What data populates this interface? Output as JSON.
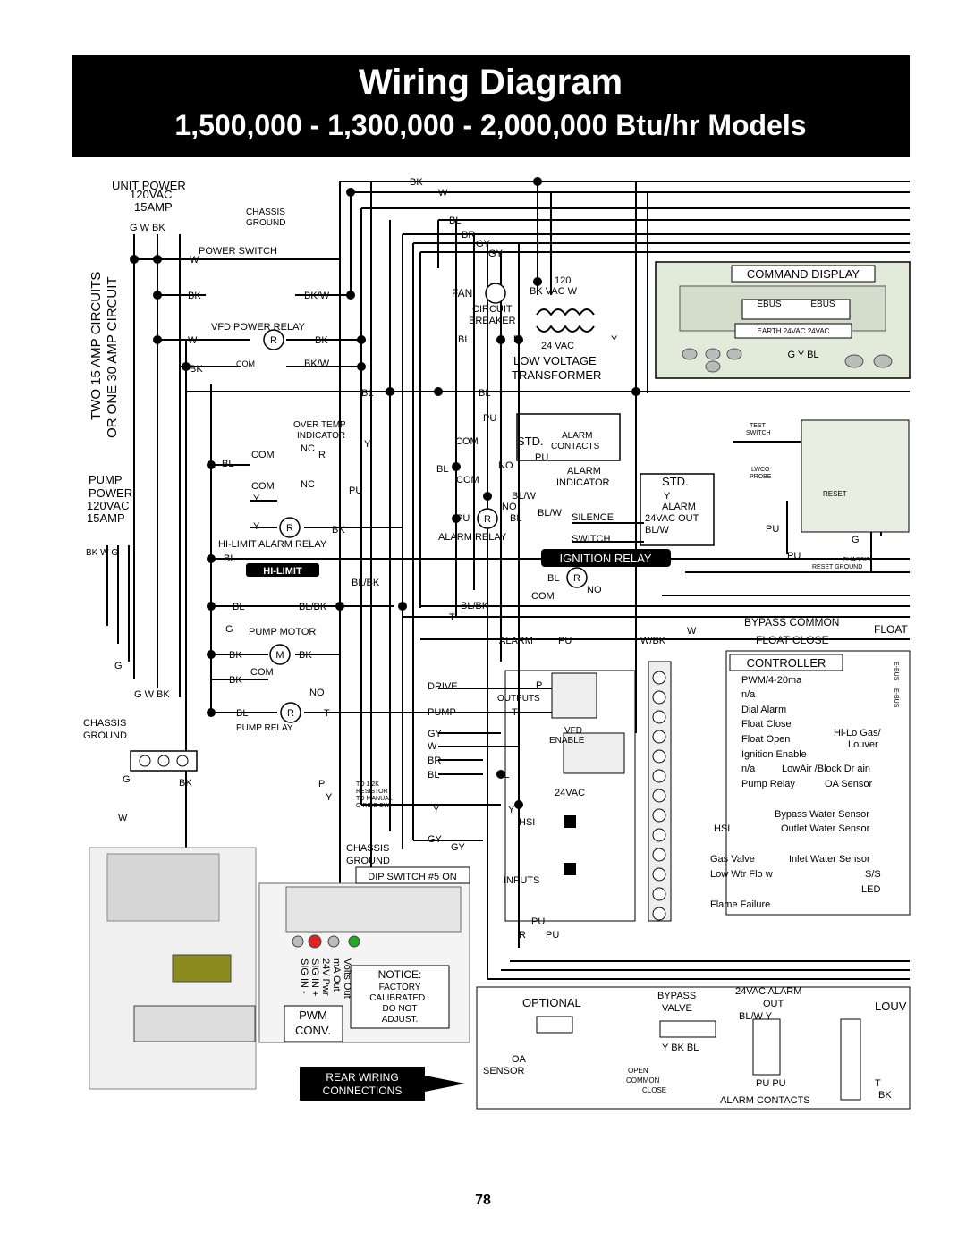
{
  "header": {
    "title": "Wiring Diagram",
    "subtitle": "1,500,000 - 1,300,000 - 2,000,000 Btu/hr Models"
  },
  "page_number": "78",
  "left": {
    "unit_power": "UNIT POWER",
    "unit_voltage": "120VAC",
    "unit_amps": "15AMP",
    "unit_terminals": "G  W  BK",
    "circuits_line1": "TWO 15 AMP CIRCUITS",
    "circuits_line2": "OR ONE 30 AMP CIRCUIT",
    "pump_power": "PUMP",
    "pump_power2": "POWER",
    "pump_voltage": "120VAC",
    "pump_amps": "15AMP",
    "pump_terminals": "BK W G",
    "chassis_ground1": "CHASSIS",
    "chassis_ground2": "GROUND",
    "power_switch": "POWER SWITCH",
    "vfd_power_relay": "VFD POWER RELAY",
    "over_temp": "OVER TEMP",
    "indicator": "INDICATOR",
    "hi_limit_alarm_relay": "HI-LIMIT ALARM RELAY",
    "hi_limit": "HI-LIMIT",
    "pump_motor": "PUMP MOTOR",
    "pump_relay": "PUMP RELAY",
    "g_w_bk": "G  W  BK"
  },
  "middle": {
    "fan": "FAN",
    "circuit": "CIRCUIT",
    "breaker": "BREAKER",
    "vac_24": "24 VAC",
    "low_voltage": "LOW VOLTAGE",
    "transformer": "TRANSFORMER",
    "v120": "120",
    "bk_vac_w": "BK  VAC  W",
    "alarm_contacts1": "ALARM",
    "alarm_contacts2": "CONTACTS",
    "std": "STD.",
    "alarm_indicator1": "ALARM",
    "alarm_indicator2": "INDICATOR",
    "alarm_relay": "ALARM  RELAY",
    "silence": "SILENCE",
    "switch": "SWITCH",
    "std_box": "STD.",
    "alarm": "ALARM",
    "vac_out": "24VAC OUT",
    "ignition_relay": "IGNITION RELAY",
    "drive": "DRIVE",
    "pump": "PUMP",
    "outputs": "OUTPUTS",
    "vfd_enable1": "VFD",
    "vfd_enable2": "ENABLE",
    "vac_24b": "24VAC",
    "hsi": "HSI",
    "inputs": "INPUTS",
    "chassis_ground1": "CHASSIS",
    "chassis_ground2": "GROUND",
    "dip_switch": "DIP SWITCH #5 ON",
    "resistor_1": "TO 1.2K",
    "resistor_2": "RESISTOR",
    "resistor_3": "TO MANUAL",
    "resistor_4": "O RIDE SW",
    "notice": "NOTICE:",
    "factory": "FACTORY",
    "calibrated": "CALIBRATED .",
    "do_not": "DO NOT",
    "adjust": "ADJUST.",
    "pwm": "PWM",
    "conv": "CONV.",
    "rear_wiring1": "REAR WIRING",
    "rear_wiring2": "CONNECTIONS",
    "volts_out": "Volts Out",
    "ma_out": "mA Out",
    "v24_pwr": "24V Pwr",
    "sig_in_plus": "SIG IN +",
    "sig_in_minus": "SIG IN -"
  },
  "right": {
    "command_display": "COMMAND DISPLAY",
    "ebus1": "EBUS",
    "ebus2": "EBUS",
    "earth_labels": "EARTH 24VAC  24VAC",
    "gybl": "G      Y      BL",
    "test_switch1": "TEST",
    "test_switch2": "SWITCH",
    "lwco1": "LWCO",
    "lwco2": "PROBE",
    "reset": "RESET",
    "reset_chassis": "RESET GROUND",
    "chassis_small": "CHASSIS",
    "bypass_common": "BYPASS COMMON",
    "float_close": "FLOAT CLOSE",
    "float_cut": "FLOAT",
    "controller": "CONTROLLER",
    "pwm_420": "PWM/4-20ma",
    "na1": "n/a",
    "dial_alarm": "Dial Alarm",
    "float_close2": "Float Close",
    "float_open": "Float Open",
    "ignition_enable": "Ignition  Enable",
    "na2": "n/a",
    "pump_relay": "Pump Relay",
    "hilo_gas": "Hi-Lo Gas/",
    "louver": "Louver",
    "lowair_block": "LowAir /Block Dr ain",
    "oa_sensor": "OA Sensor",
    "bypass_water": "Bypass  Water Sensor",
    "hsi2": "HSI",
    "outlet_water": "Outlet Water Sensor",
    "gas_valve": "Gas Valve",
    "inlet_water": "Inlet Water Sensor",
    "low_wtr_flow": "Low Wtr Flo w",
    "ss": "S/S",
    "led": "LED",
    "flame_failure": "Flame Failure",
    "optional": "OPTIONAL",
    "bypass_valve1": "BYPASS",
    "bypass_valve2": "VALVE",
    "alarm_out1": "24VAC ALARM",
    "alarm_out2": "OUT",
    "blw_y": "BL/W    Y",
    "y_bk_bl": "Y  BK BL",
    "pu_pu": "PU  PU",
    "louv": "LOUV",
    "oa": "OA",
    "sensor": "SENSOR",
    "open": "OPEN",
    "common": "COMMON",
    "close": "CLOSE",
    "alarm_contacts": "ALARM CONTACTS",
    "ebus_side1": "E-BUS",
    "ebus_side2": "E-BUS"
  },
  "wire_labels": {
    "bk": "BK",
    "w": "W",
    "bl": "BL",
    "br": "BR",
    "gy": "GY",
    "pu": "PU",
    "r": "R",
    "m": "M",
    "t": "T",
    "g": "G",
    "y": "Y",
    "p": "P",
    "blw": "BL/W",
    "blbk": "BL/BK",
    "bkw": "BK/W",
    "wbk": "W/BK",
    "com": "COM",
    "nc": "NC",
    "no": "NO",
    "alarm": "ALARM"
  },
  "colors": {
    "black": "#000000",
    "white": "#ffffff",
    "panel_green": "#dfe8d6",
    "gray": "#d9d9d9"
  }
}
